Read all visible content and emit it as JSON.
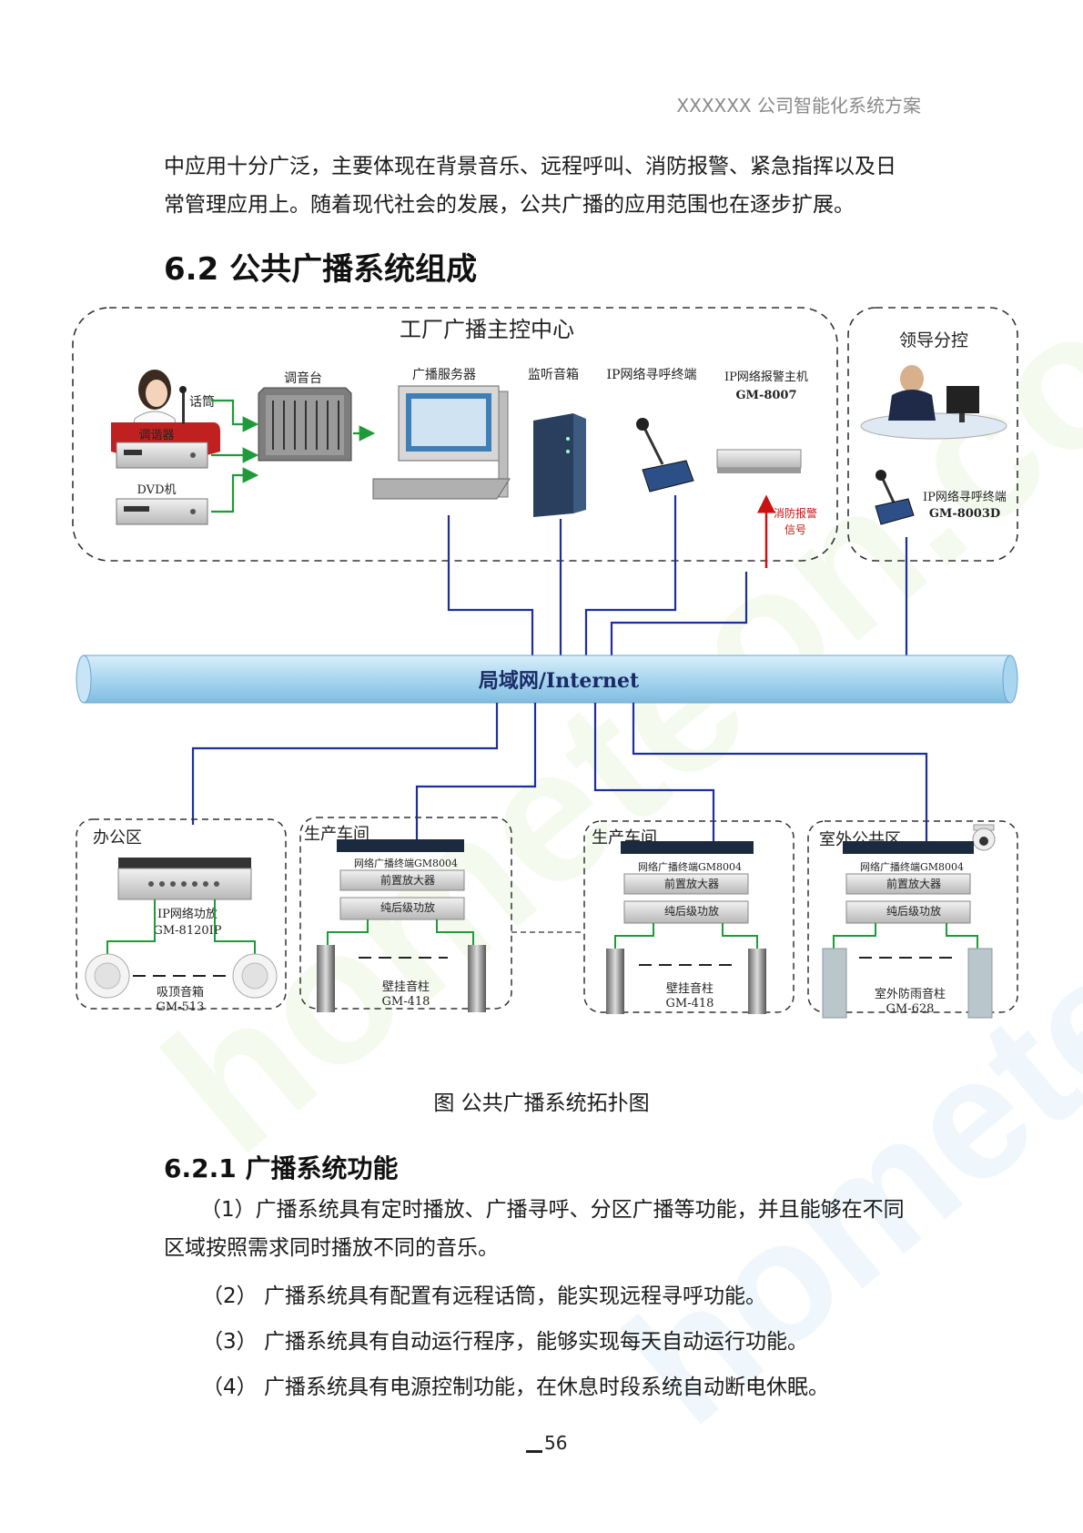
{
  "header": {
    "running_title": "XXXXXX 公司智能化系统方案"
  },
  "intro_lines": [
    "中应用十分广泛，主要体现在背景音乐、远程呼叫、消防报警、紧急指挥以及日",
    "常管理应用上。随着现代社会的发展，公共广播的应用范围也在逐步扩展。"
  ],
  "section_title": "6.2 公共广播系统组成",
  "diagram": {
    "control_center_title": "工厂广播主控中心",
    "branch_title": "领导分控",
    "devices": {
      "mic": "话筒",
      "tuner": "调谐器",
      "dvd": "DVD机",
      "mixer": "调音台",
      "server": "广播服务器",
      "monitor_speaker": "监听音箱",
      "ip_paging": "IP网络寻呼终端",
      "alarm_host_name": "IP网络报警主机",
      "alarm_host_model": "GM-8007",
      "fire_signal_1": "消防报警",
      "fire_signal_2": "信号",
      "branch_paging_name": "IP网络寻呼终端",
      "branch_paging_model": "GM-8003D"
    },
    "network_label": "局域网/Internet",
    "zones": [
      {
        "title": "办公区",
        "amp_name": "IP网络功放",
        "amp_model": "GM-8120IP",
        "speaker_name": "吸顶音箱",
        "speaker_model": "GM-513"
      },
      {
        "title": "生产车间",
        "terminal": "网络广播终端GM8004",
        "preamp": "前置放大器",
        "power_amp": "纯后级功放",
        "speaker_name": "壁挂音柱",
        "speaker_model": "GM-418"
      },
      {
        "title": "生产车间",
        "terminal": "网络广播终端GM8004",
        "preamp": "前置放大器",
        "power_amp": "纯后级功放",
        "speaker_name": "壁挂音柱",
        "speaker_model": "GM-418"
      },
      {
        "title": "室外公共区",
        "terminal": "网络广播终端GM8004",
        "preamp": "前置放大器",
        "power_amp": "纯后级功放",
        "speaker_name": "室外防雨音柱",
        "speaker_model": "GM-628"
      }
    ],
    "colors": {
      "link": "#1f2f9a",
      "audio": "#1f9a3a",
      "alarm": "#cc1111",
      "pipe": "#a9d6ef"
    }
  },
  "figure_caption": "图  公共广播系统拓扑图",
  "subsection_title": "6.2.1 广播系统功能",
  "list": [
    "（1）广播系统具有定时播放、广播寻呼、分区广播等功能，并且能够在不同",
    "区域按照需求同时播放不同的音乐。",
    "（2） 广播系统具有配置有远程话筒，能实现远程寻呼功能。",
    "（3） 广播系统具有自动运行程序，能够实现每天自动运行功能。",
    "（4） 广播系统具有电源控制功能，在休息时段系统自动断电休眠。"
  ],
  "page_number": "56"
}
